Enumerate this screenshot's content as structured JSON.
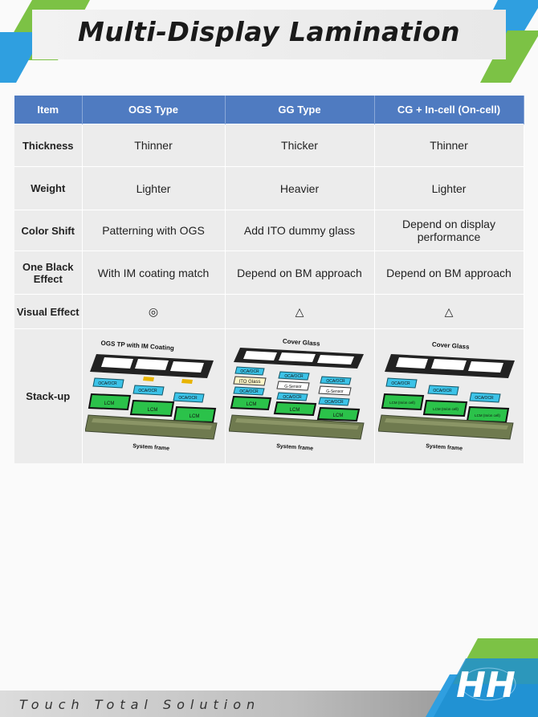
{
  "title": "Multi-Display Lamination",
  "footer": "Touch Total Solution",
  "logo": {
    "letters": "HH"
  },
  "table": {
    "headers": [
      "Item",
      "OGS Type",
      "GG Type",
      "CG + In-cell (On-cell)"
    ],
    "rows": [
      {
        "label": "Thickness",
        "cells": [
          "Thinner",
          "Thicker",
          "Thinner"
        ]
      },
      {
        "label": "Weight",
        "cells": [
          "Lighter",
          "Heavier",
          "Lighter"
        ]
      },
      {
        "label": "Color Shift",
        "cells": [
          "Patterning with OGS",
          "Add ITO dummy glass",
          "Depend on display performance"
        ]
      },
      {
        "label": "One Black Effect",
        "cells": [
          "With IM coating match",
          "Depend on BM approach",
          "Depend on BM approach"
        ]
      },
      {
        "label": "Visual Effect",
        "cells": [
          "◎",
          "△",
          "△"
        ]
      },
      {
        "label": "Stack-up",
        "cells": [
          "",
          "",
          ""
        ]
      }
    ]
  },
  "stackups": [
    {
      "top_label": "OGS TP with IM Coating",
      "oca_labels": [
        "OCA/OCR",
        "OCA/OCR",
        "OCA/OCR"
      ],
      "mid_labels": [],
      "lcm_labels": [
        "LCM",
        "LCM",
        "LCM"
      ],
      "frame_label": "System frame"
    },
    {
      "top_label": "Cover Glass",
      "oca_labels": [
        "OCA/OCR",
        "OCA/OCR",
        "OCA/OCR"
      ],
      "mid_labels": [
        "ITO Glass",
        "G-Sensor",
        "G-Sensor",
        "OCA/OCR",
        "OCA/OCR",
        "OCA/OCR"
      ],
      "lcm_labels": [
        "LCM",
        "LCM",
        "LCM"
      ],
      "frame_label": "System frame"
    },
    {
      "top_label": "Cover Glass",
      "oca_labels": [
        "OCA/OCR",
        "OCA/OCR",
        "OCA/OCR"
      ],
      "mid_labels": [],
      "lcm_labels": [
        "LCM (In/on cell)",
        "LCM (In/on cell)",
        "LCM (In/on cell)"
      ],
      "frame_label": "System frame"
    }
  ],
  "colors": {
    "header_bg": "#4f7bc1",
    "cell_bg": "#ececec",
    "oca": "#3cc3e8",
    "lcm": "#2bc24a",
    "frame": "#6f7a4f",
    "accent_green": "#7cc245",
    "accent_blue": "#2f9fe0"
  }
}
